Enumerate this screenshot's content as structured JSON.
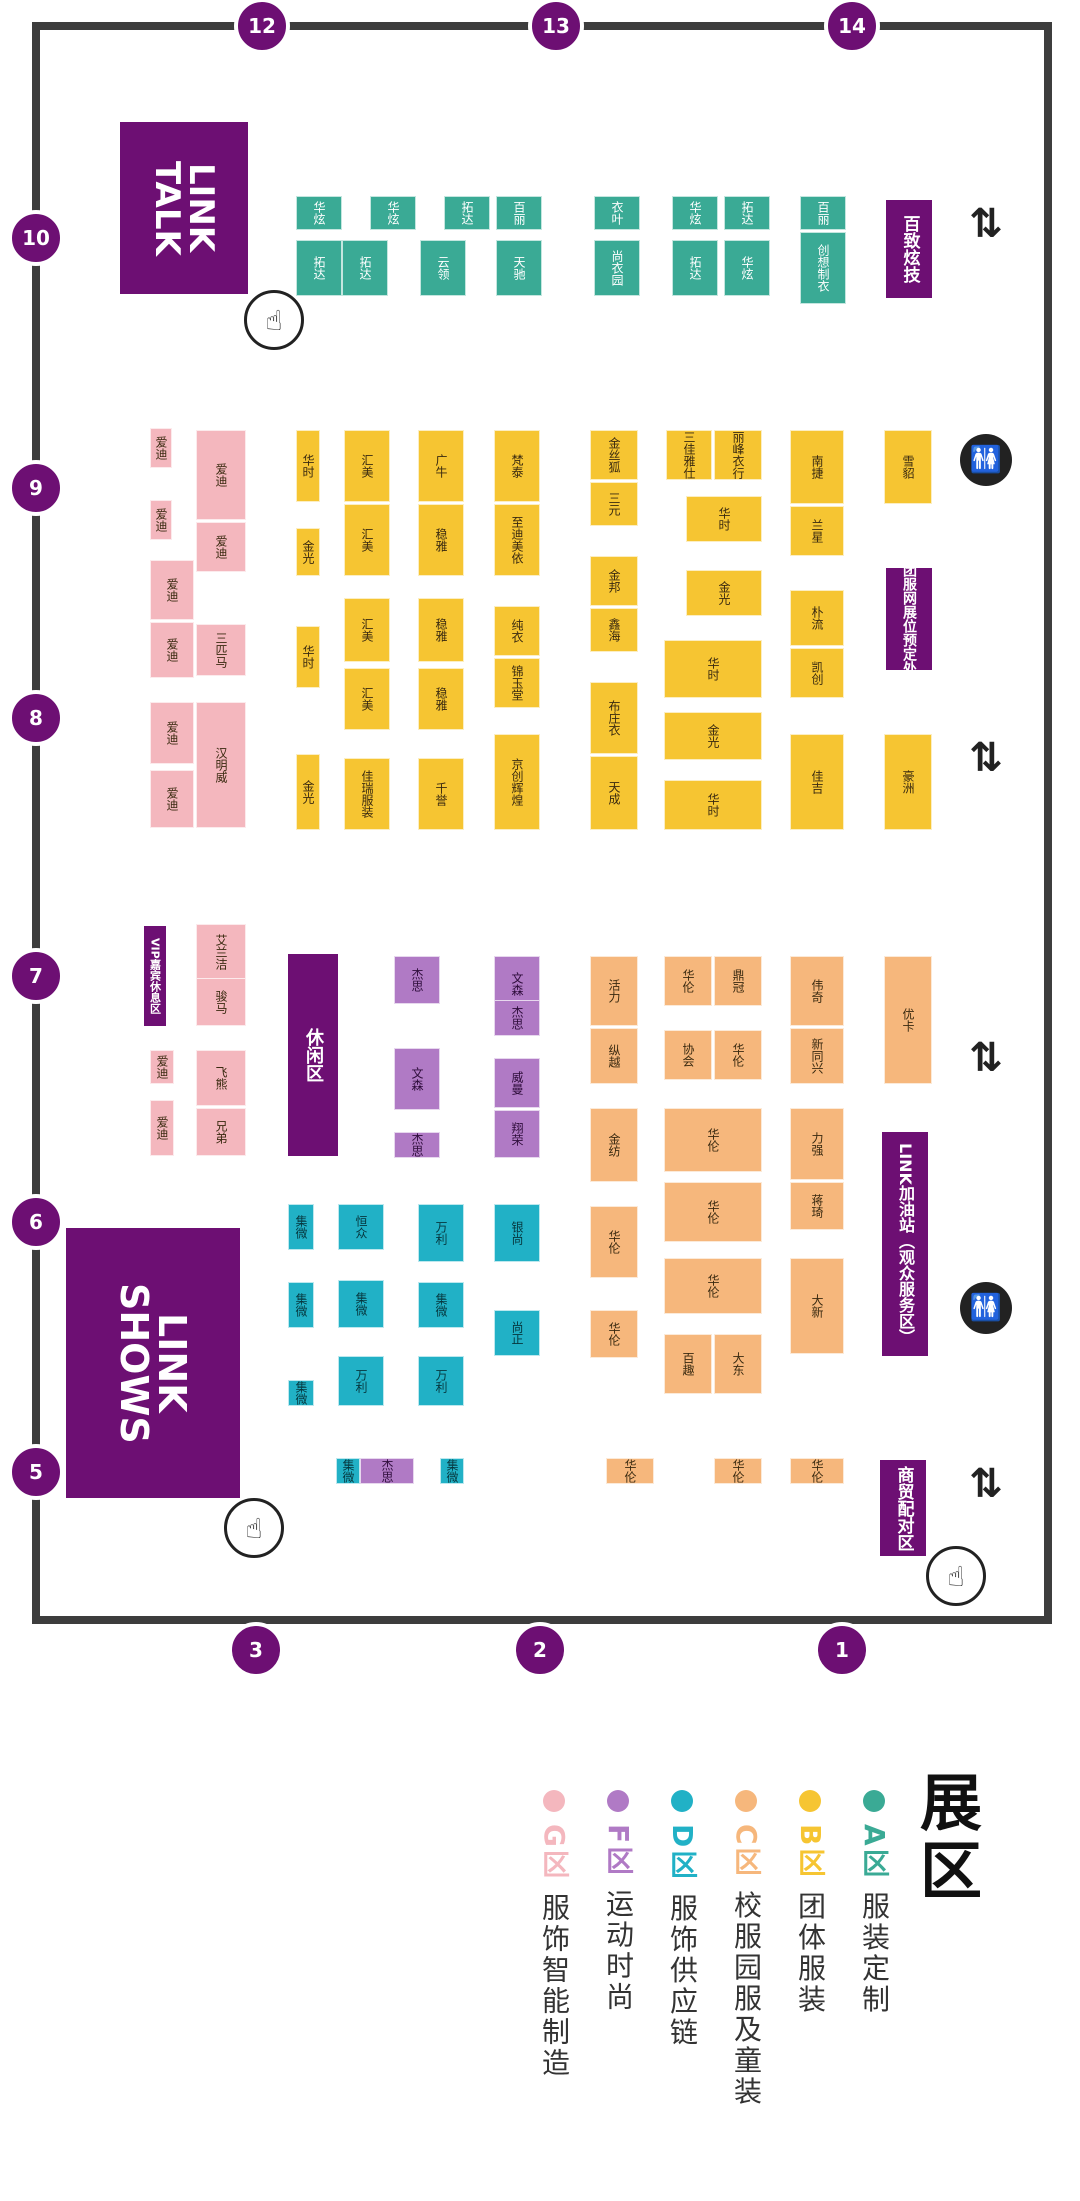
{
  "doors": [
    "1",
    "2",
    "3",
    "5",
    "6",
    "7",
    "8",
    "9",
    "10",
    "12",
    "13",
    "14"
  ],
  "big_areas": {
    "link_talk": "LINK\nTALK",
    "link_shows": "LINK\nSHOWS",
    "baizhi": "百致炫技",
    "linkoil": "LINK加油站（观众服务区）",
    "leisure": "休闲区",
    "tuanfu": "团服网展位预定处",
    "business": "商贸配对区",
    "vip": "VIP嘉宾休息区"
  },
  "legend": {
    "title": "展区",
    "zones": [
      {
        "code": "A区",
        "name": "服装定制",
        "color": "#3aaa95"
      },
      {
        "code": "B区",
        "name": "团体服装",
        "color": "#f6c532"
      },
      {
        "code": "C区",
        "name": "校服园服及童装",
        "color": "#f6b77c"
      },
      {
        "code": "D区",
        "name": "服饰供应链",
        "color": "#21b1c6"
      },
      {
        "code": "F区",
        "name": "运动时尚",
        "color": "#b07ac5"
      },
      {
        "code": "G区",
        "name": "服饰智能制造",
        "color": "#f4b7be"
      }
    ]
  },
  "booths": {
    "a_baili": "百丽",
    "a_chuangxiang": "创想制衣",
    "a_shangyiyuan": "尚衣园",
    "a_yunling": "云领",
    "a_tianchi": "天驰",
    "a_yiye": "衣叶",
    "a_huaxuan": "华炫",
    "a_tuoda": "拓达",
    "b_xueyu": "雪貂",
    "b_nanjie": "南捷",
    "b_lanxing": "兰星",
    "b_puliu": "朴流",
    "b_kaichuang": "凯创",
    "b_haozhou": "豪洲",
    "b_jiaji": "佳吉",
    "b_lifeng": "丽峰衣行",
    "b_jinsihu": "金丝狐",
    "b_sanyuan": "三元",
    "b_sanjia": "三佳雅仕",
    "b_jinbang": "金邦",
    "b_xinhai": "鑫海",
    "b_buzhouyi": "布庄衣",
    "b_tiancheng": "天成",
    "b_fantai": "梵泰",
    "b_zhidi": "至迪美依",
    "b_chunyi": "纯衣",
    "b_jinyutang": "锦玉堂",
    "b_jingchuang": "京创辉煌",
    "b_guangniu": "广牛",
    "b_qianyu": "千誉",
    "b_wenya": "稳雅",
    "b_huishang": "汇美",
    "b_jiarui": "佳瑞服装",
    "b_huashi": "华时",
    "b_jinguang": "金光",
    "c_youka": "优卡",
    "c_weiqi": "伟奇",
    "c_xintongxing": "新同兴",
    "c_liqiang": "力强",
    "c_jiangqi": "蒋琦",
    "c_daxin": "大新",
    "c_huoli": "活力",
    "c_ziyue": "纵越",
    "c_jinfang": "金纺",
    "c_dingshang": "鼎冠",
    "c_xiehui": "协会",
    "c_hualun": "华伦",
    "c_daidong": "大东",
    "c_baiqu": "百趣",
    "d_hengzhong": "恒众",
    "d_shangzheng": "尚正",
    "d_wanli": "万利",
    "d_jiwei": "集微",
    "d_yinshang": "银尚",
    "f_wensen": "文森",
    "f_jiesi": "杰思",
    "f_weiman": "威曼",
    "f_xiangrong": "翔荣",
    "g_hanmingwei": "汉明威",
    "g_aidi": "爱迪",
    "g_sanbanma": "三匹马",
    "g_tianlanjie": "艾兰洁",
    "g_junma": "骏马",
    "g_feixiong": "飞熊",
    "g_xiongdi": "兄弟"
  }
}
